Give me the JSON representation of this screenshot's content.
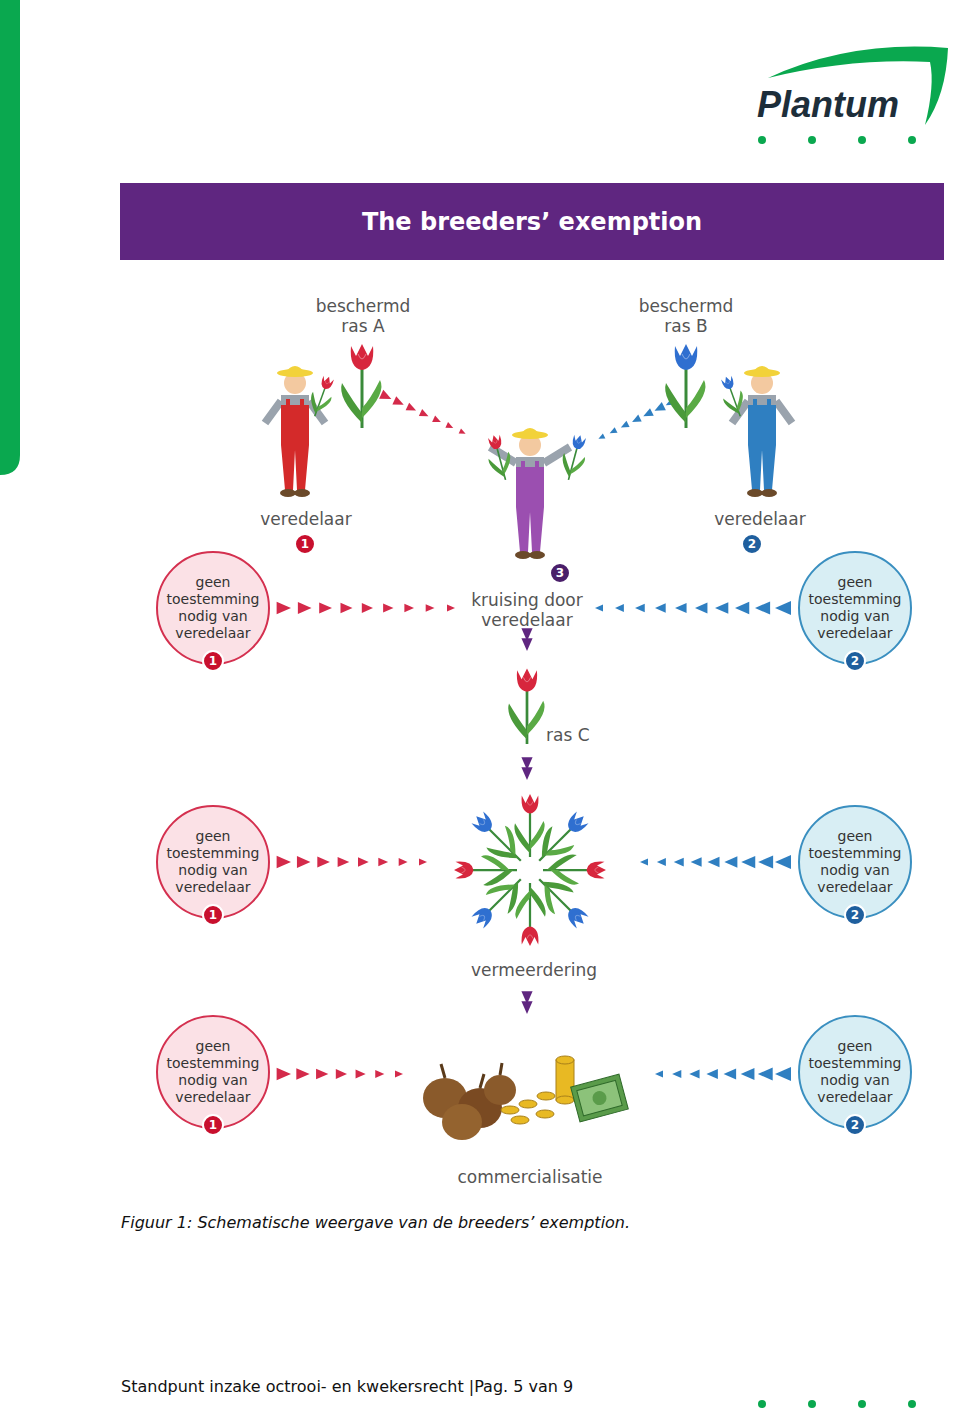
{
  "diagram": {
    "title": "The breeders’ exemption",
    "caption": "Figuur 1: Schematische weergave van de breeders’ exemption.",
    "nodes": [
      {
        "text": [
          "1"
        ]
      },
      {
        "text": [
          "2"
        ]
      },
      {
        "text": [
          "3"
        ]
      },
      {
        "text": [
          "geen toestemming nodig van veredelaar"
        ]
      },
      {
        "text": [
          "1"
        ],
        "in": 3
      },
      {
        "text": [
          "geen toestemming nodig van veredelaar"
        ]
      },
      {
        "text": [
          "2"
        ],
        "in": 5
      },
      {
        "text": [
          "geen toestemming nodig van veredelaar"
        ]
      },
      {
        "text": [
          "1"
        ],
        "in": 7
      },
      {
        "text": [
          "geen toestemming nodig van veredelaar"
        ]
      },
      {
        "text": [
          "2"
        ],
        "in": 9
      },
      {
        "text": [
          "geen toestemming nodig van veredelaar"
        ]
      },
      {
        "text": [
          "1"
        ],
        "in": 11
      },
      {
        "text": [
          "geen toestemming nodig van veredelaar"
        ]
      },
      {
        "text": [
          "2"
        ],
        "in": 13
      }
    ],
    "labels": [
      "Plantum",
      "beschermd ras A",
      "beschermd ras B",
      "veredelaar",
      "veredelaar",
      "kruising door veredelaar",
      "ras C",
      "vermeerdering",
      "commercialisatie",
      "Standpunt inzake octrooi- en kwekersrecht |Pag. 5 van 9"
    ]
  }
}
